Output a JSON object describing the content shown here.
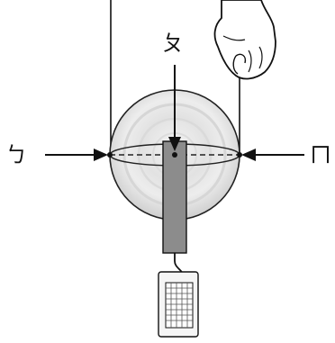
{
  "labels": {
    "left_point": "ㄅ",
    "center_point": "ㄆ",
    "right_point": "ㄇ"
  },
  "colors": {
    "line": "#111111",
    "pulley_fill": "#dcdcdc",
    "pulley_ring": "#ececec",
    "bar_fill": "#8c8c8c",
    "hand_fill": "#ffffff"
  },
  "icons": {
    "hand": "hand-icon",
    "scale": "spring-scale-icon"
  }
}
